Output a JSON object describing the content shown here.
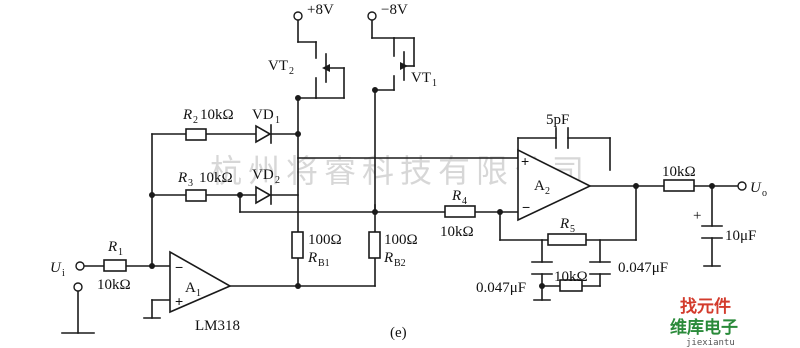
{
  "watermark": "杭州将睿科技有限公司",
  "figure_label": "(e)",
  "chip_label": "LM318",
  "supplies": {
    "pos": "+8V",
    "neg": "−8V"
  },
  "transistors": {
    "vt2": {
      "name": "VT",
      "sub": "2"
    },
    "vt1": {
      "name": "VT",
      "sub": "1"
    }
  },
  "diodes": {
    "vd1": {
      "name": "VD",
      "sub": "1"
    },
    "vd2": {
      "name": "VD",
      "sub": "2"
    }
  },
  "resistors": {
    "r1": {
      "name": "R",
      "sub": "1",
      "value": "10kΩ"
    },
    "r2": {
      "name": "R",
      "sub": "2",
      "value": "10kΩ"
    },
    "r3": {
      "name": "R",
      "sub": "3",
      "value": "10kΩ"
    },
    "r4": {
      "name": "R",
      "sub": "4",
      "value": "10kΩ"
    },
    "r5": {
      "name": "R",
      "sub": "5",
      "value": "10kΩ"
    },
    "rb1": {
      "name": "R",
      "sub": "B1",
      "value": "100Ω"
    },
    "rb2": {
      "name": "R",
      "sub": "B2",
      "value": "100Ω"
    },
    "rout": {
      "value": "10kΩ"
    }
  },
  "capacitors": {
    "c_fb": "5pF",
    "c_left": "0.047μF",
    "c_right": "0.047μF",
    "c_out": "10μF",
    "c_out_plus": "+"
  },
  "opamps": {
    "a1": {
      "name": "A",
      "sub": "1",
      "minus": "−",
      "plus": "+"
    },
    "a2": {
      "name": "A",
      "sub": "2",
      "minus": "−",
      "plus": "+"
    }
  },
  "io": {
    "input": {
      "name": "U",
      "sub": "i"
    },
    "output": {
      "name": "U",
      "sub": "o"
    }
  },
  "logo": {
    "line1": "找元件",
    "line2": "维库电子",
    "line3": "jiexiantu"
  }
}
